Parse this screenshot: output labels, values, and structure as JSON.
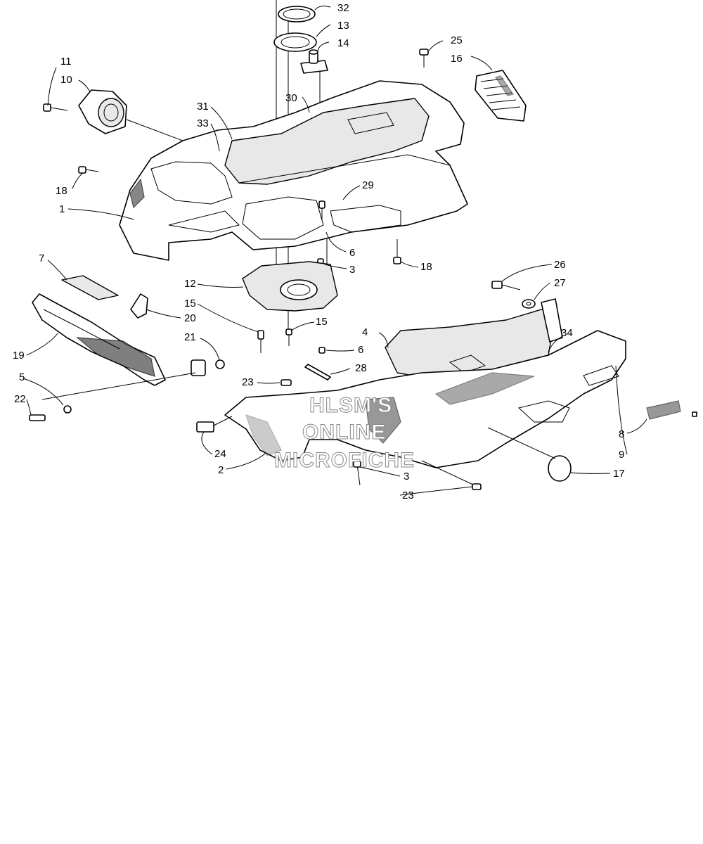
{
  "watermark": {
    "line1": "HLSM'S",
    "line2": "ONLINE",
    "line3": "MICROFICHE"
  },
  "callouts": [
    {
      "id": "c32",
      "label": "32"
    },
    {
      "id": "c13",
      "label": "13"
    },
    {
      "id": "c14",
      "label": "14"
    },
    {
      "id": "c25",
      "label": "25"
    },
    {
      "id": "c16",
      "label": "16"
    },
    {
      "id": "c11",
      "label": "11"
    },
    {
      "id": "c10",
      "label": "10"
    },
    {
      "id": "c30",
      "label": "30"
    },
    {
      "id": "c31",
      "label": "31"
    },
    {
      "id": "c33",
      "label": "33"
    },
    {
      "id": "c18a",
      "label": "18"
    },
    {
      "id": "c29",
      "label": "29"
    },
    {
      "id": "c1",
      "label": "1"
    },
    {
      "id": "c6a",
      "label": "6"
    },
    {
      "id": "c18b",
      "label": "18"
    },
    {
      "id": "c7",
      "label": "7"
    },
    {
      "id": "c3a",
      "label": "3"
    },
    {
      "id": "c26",
      "label": "26"
    },
    {
      "id": "c12",
      "label": "12"
    },
    {
      "id": "c27",
      "label": "27"
    },
    {
      "id": "c15a",
      "label": "15"
    },
    {
      "id": "c20",
      "label": "20"
    },
    {
      "id": "c15b",
      "label": "15"
    },
    {
      "id": "c4",
      "label": "4"
    },
    {
      "id": "c34",
      "label": "34"
    },
    {
      "id": "c21",
      "label": "21"
    },
    {
      "id": "c6b",
      "label": "6"
    },
    {
      "id": "c19",
      "label": "19"
    },
    {
      "id": "c28",
      "label": "28"
    },
    {
      "id": "c5",
      "label": "5"
    },
    {
      "id": "c23a",
      "label": "23"
    },
    {
      "id": "c22",
      "label": "22"
    },
    {
      "id": "c24",
      "label": "24"
    },
    {
      "id": "c8",
      "label": "8"
    },
    {
      "id": "c9",
      "label": "9"
    },
    {
      "id": "c2",
      "label": "2"
    },
    {
      "id": "c17",
      "label": "17"
    },
    {
      "id": "c3b",
      "label": "3"
    },
    {
      "id": "c23b",
      "label": "23"
    }
  ]
}
